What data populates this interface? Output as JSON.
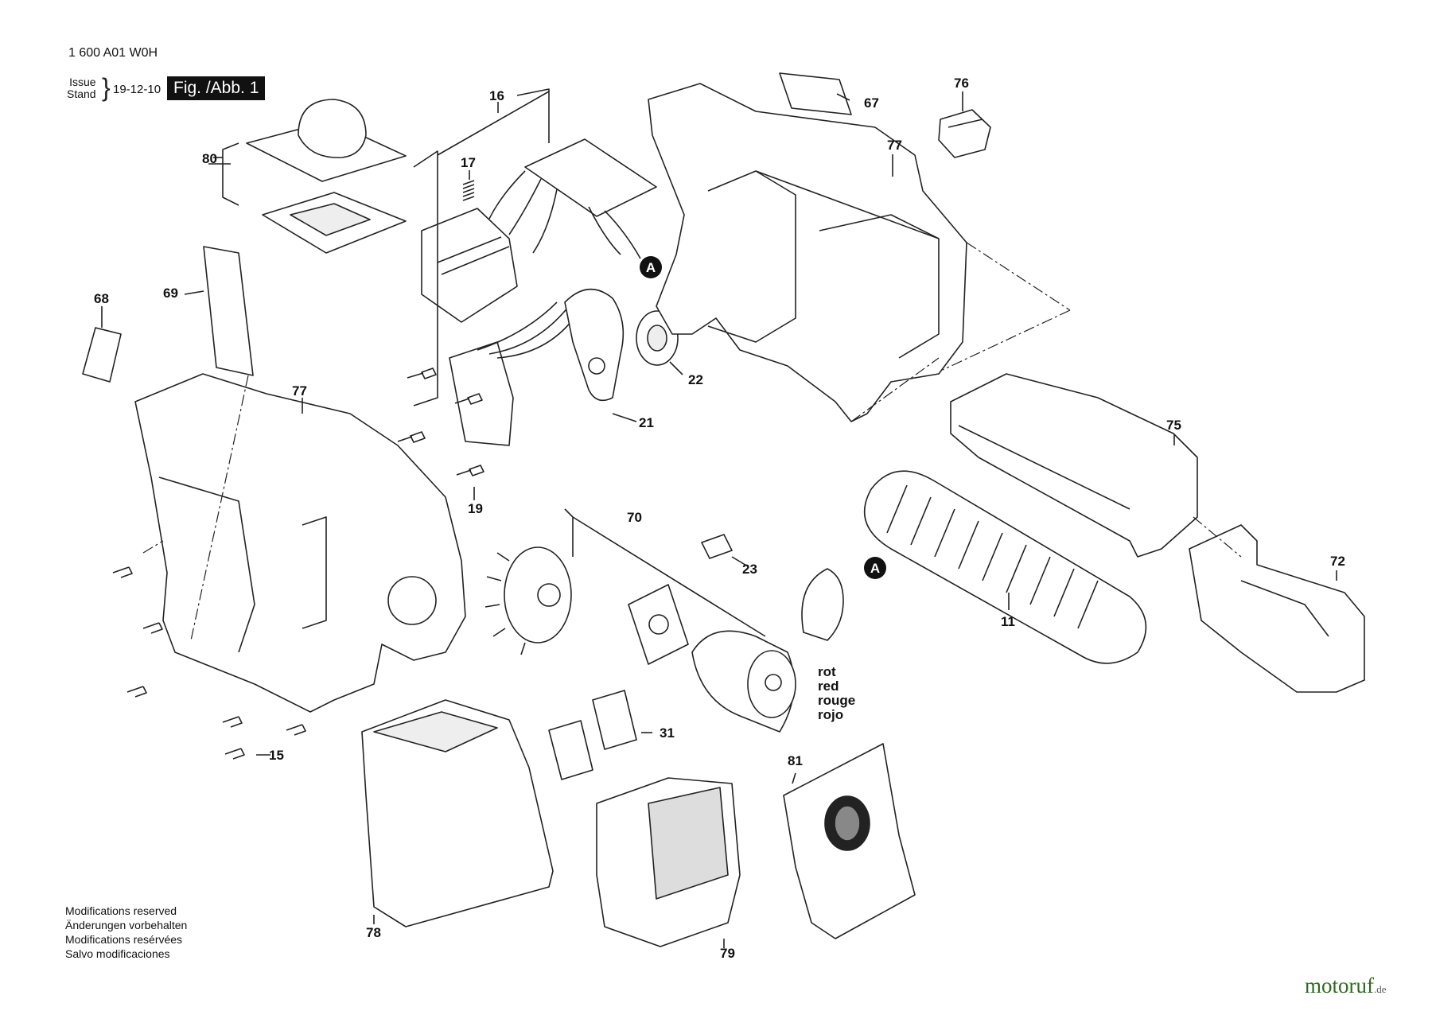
{
  "header": {
    "part_number": "1 600 A01 W0H",
    "issue_label_1": "Issue",
    "issue_label_2": "Stand",
    "issue_date": "19-12-10",
    "figure": "Fig. /Abb. 1"
  },
  "part_labels": {
    "p80": "80",
    "p16": "16",
    "p17": "17",
    "p67": "67",
    "p76": "76",
    "p77a": "77",
    "p77b": "77",
    "p68": "68",
    "p69": "69",
    "p22": "22",
    "p21": "21",
    "p19": "19",
    "p75": "75",
    "p70": "70",
    "p23": "23",
    "p72": "72",
    "p11": "11",
    "p15": "15",
    "p31": "31",
    "p81": "81",
    "p78": "78",
    "p79": "79"
  },
  "connectors": {
    "a1": "A",
    "a2": "A"
  },
  "wire_color": {
    "line1": "rot",
    "line2": "red",
    "line3": "rouge",
    "line4": "rojo"
  },
  "modifications": {
    "line1": "Modifications reserved",
    "line2": "Änderungen vorbehalten",
    "line3": "Modifications resérvées",
    "line4": "Salvo modificaciones"
  },
  "watermark": {
    "brand": "motoruf",
    "tld": ".de"
  }
}
